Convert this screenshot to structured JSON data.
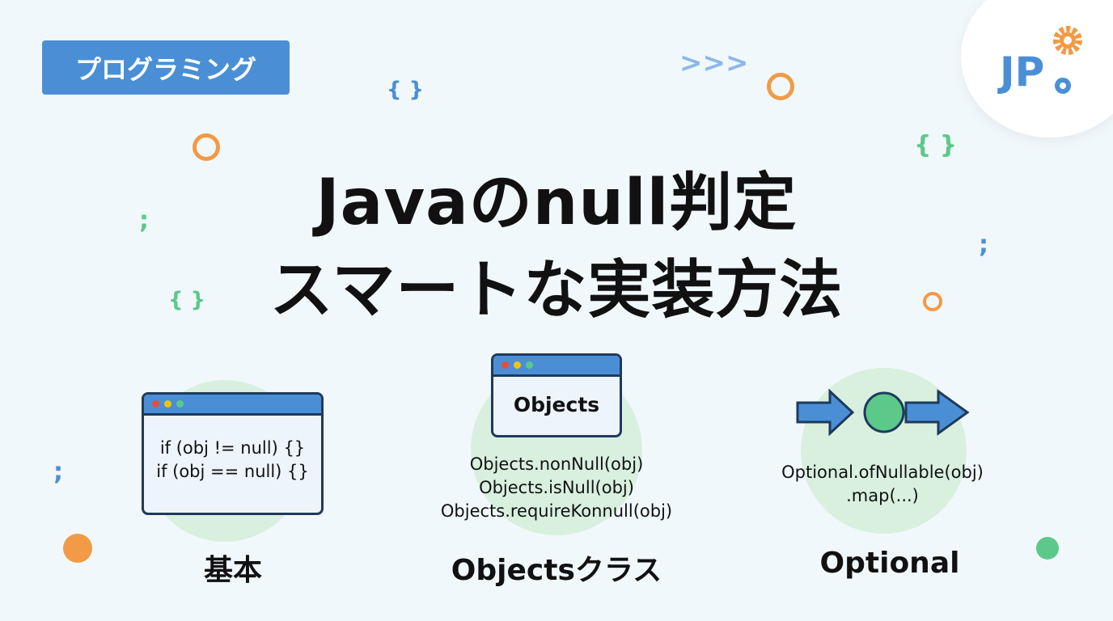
{
  "badge": "プログラミング",
  "logo": "JP",
  "title": {
    "line1": "Javaのnull判定",
    "line2": "スマートな実装方法"
  },
  "panels": [
    {
      "label": "基本",
      "code": [
        "if (obj != null) {}",
        "if (obj == null) {}"
      ]
    },
    {
      "label": "Objectsクラス",
      "window_title": "Objects",
      "code": [
        "Objects.nonNull(obj)",
        "Objects.isNull(obj)",
        "Objects.requireKonnull(obj)"
      ]
    },
    {
      "label": "Optional",
      "code": [
        "Optional.ofNullable(obj)",
        ".map(...)"
      ]
    }
  ],
  "decor": {
    "braces": "{ }",
    "semicolon": ";",
    "chevrons": ">>>"
  },
  "colors": {
    "blue": "#4a8fd6",
    "navy": "#1f3a5c",
    "orange": "#f29a45",
    "green": "#5cc98a"
  }
}
